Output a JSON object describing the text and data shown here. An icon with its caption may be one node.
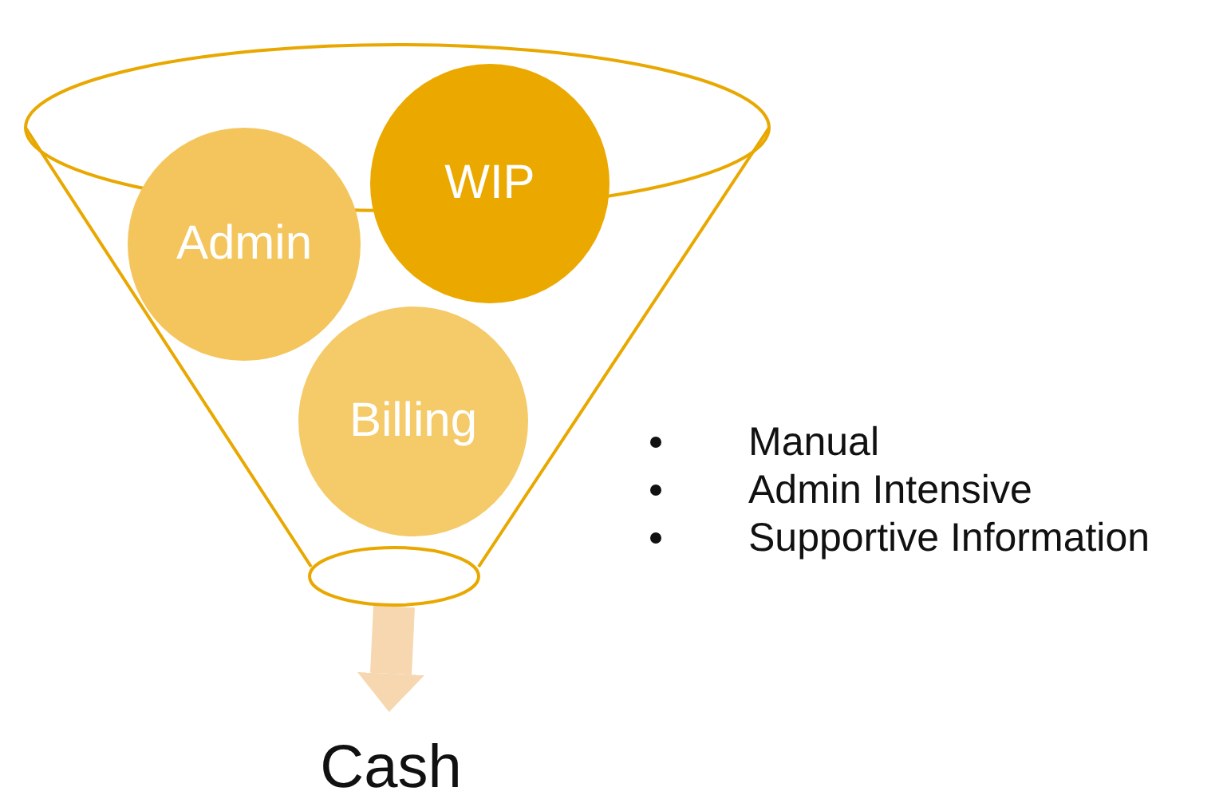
{
  "diagram": {
    "nodes": [
      {
        "text": [],
        "shape": "funnel"
      },
      {
        "text": [
          "Admin"
        ],
        "in": 0
      },
      {
        "text": [
          "WIP"
        ],
        "in": 0
      },
      {
        "text": [
          "Billing"
        ],
        "in": 0
      },
      {
        "text": [
          "Cash"
        ]
      }
    ],
    "edges": [
      {
        "from": 0,
        "to": 4,
        "arrow": "to",
        "color": "#f6d7b0"
      }
    ],
    "labels": [
      "Manual",
      "Admin Intensive",
      "Supportive Information"
    ]
  }
}
